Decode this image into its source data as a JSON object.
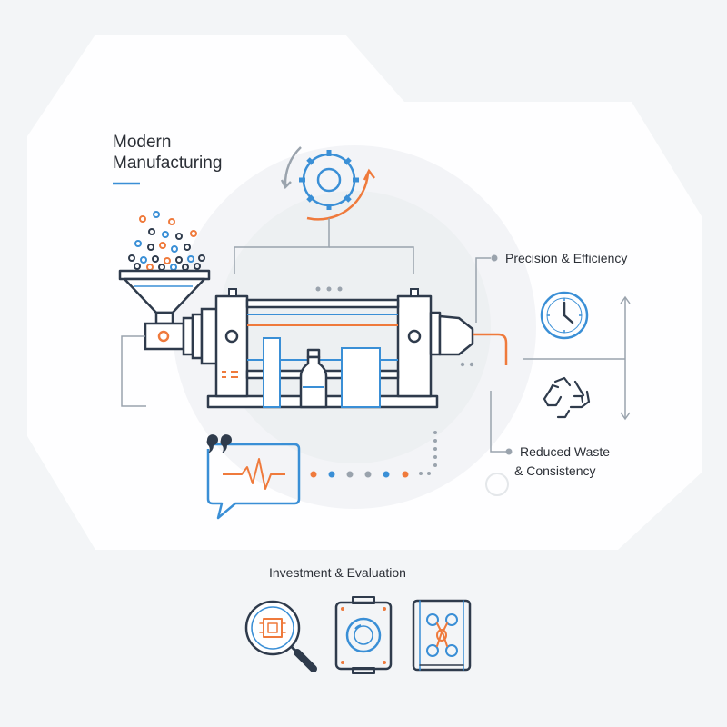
{
  "title": {
    "line1": "Modern",
    "line2": "Manufacturing"
  },
  "callouts": {
    "precision": "Precision & Efficiency",
    "waste_line1": "Reduced Waste",
    "waste_line2": "& Consistency"
  },
  "bottom": {
    "label": "Investment & Evaluation"
  },
  "icons": {
    "cycle": "gear-cycle-icon",
    "clock": "clock-icon",
    "recycle": "recycle-icon",
    "quote": "quote-icon",
    "waveform": "waveform-icon",
    "magnifier": "magnifier-chip-icon",
    "lens_device": "camera-lens-icon",
    "drone_box": "drone-box-icon"
  },
  "colors": {
    "navy": "#2f3b4c",
    "blue": "#3a8fd6",
    "orange": "#ef7a3c",
    "gray": "#9aa3ad",
    "accent_underline": "#3a8fd6"
  }
}
